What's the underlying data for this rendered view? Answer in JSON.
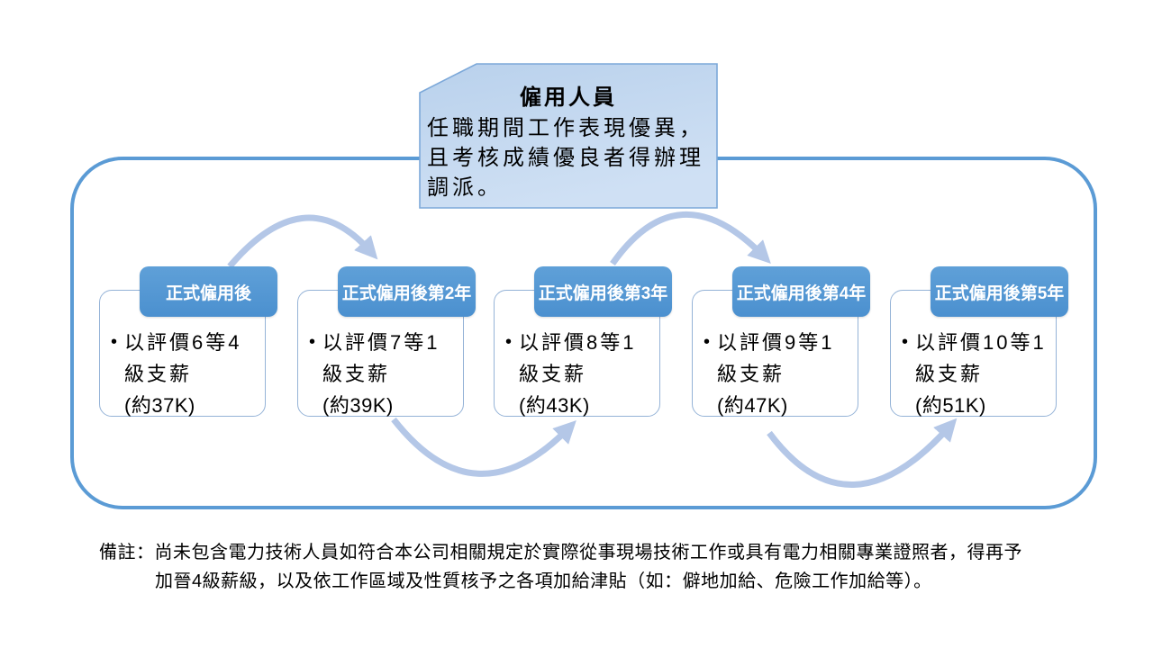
{
  "callout": {
    "title": "僱用人員",
    "body_lines": [
      "任職期間工作表現優異，",
      "且考核成績優良者得辦理",
      "調派。"
    ]
  },
  "stages": [
    {
      "label": "正式僱用後",
      "bullet": "•",
      "text": "以評價6等4級支薪",
      "salary": "(約37K)"
    },
    {
      "label": "正式僱用後第2年",
      "bullet": "•",
      "text": "以評價7等1級支薪",
      "salary": "(約39K)"
    },
    {
      "label": "正式僱用後第3年",
      "bullet": "•",
      "text": "以評價8等1級支薪",
      "salary": "(約43K)"
    },
    {
      "label": "正式僱用後第4年",
      "bullet": "•",
      "text": "以評價9等1級支薪",
      "salary": "(約47K)"
    },
    {
      "label": "正式僱用後第5年",
      "bullet": "•",
      "text": "以評價10等1級支薪",
      "salary": "(約51K)"
    }
  ],
  "note": {
    "line1": "備註：尚未包含電力技術人員如符合本公司相關規定於實際從事現場技術工作或具有電力相關專業證照者，得再予",
    "line2": "加晉4級薪級，以及依工作區域及性質核予之各項加給津貼（如：僻地加給、危險工作加給等）。"
  },
  "colors": {
    "stage_header_blue": "#5b9bd5",
    "stage_body_border": "#95b3d7",
    "frame_border": "#5b9bd5",
    "arrow": "#b4c7e7",
    "callout_fill": "#c5d9f1",
    "callout_border": "#7ca8d9"
  }
}
